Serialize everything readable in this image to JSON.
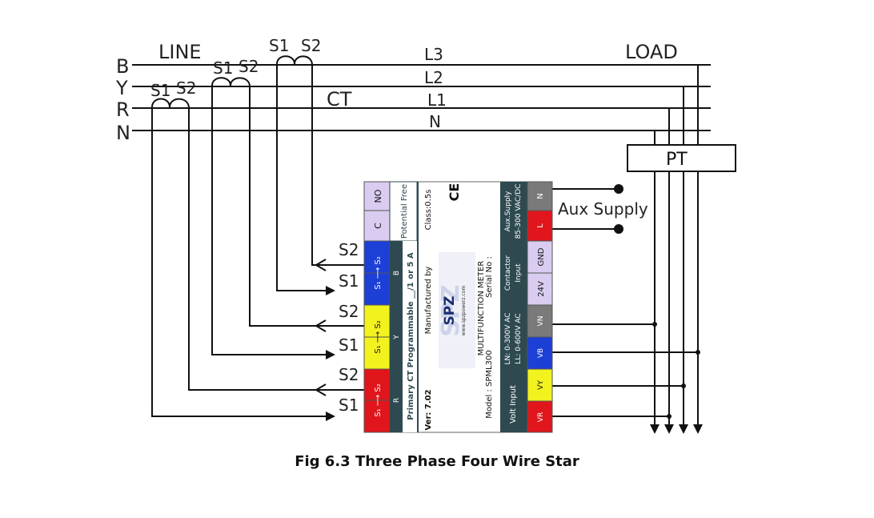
{
  "diagram": {
    "phases": [
      "B",
      "Y",
      "R",
      "N"
    ],
    "line_label": "LINE",
    "load_label": "LOAD",
    "ct_label": "CT",
    "line_names": [
      "L3",
      "L2",
      "L1",
      "N"
    ],
    "ct_terminals": [
      "S1",
      "S2"
    ],
    "pt_label": "PT",
    "aux_supply_label": "Aux Supply",
    "arrow_labels": [
      "S2",
      "S1",
      "S2",
      "S1",
      "S2",
      "S1"
    ]
  },
  "meter": {
    "left_terminals": [
      {
        "label": "NO",
        "color": "#d9ccf0"
      },
      {
        "label": "C",
        "color": "#d9ccf0"
      },
      {
        "label": "S₁ ⟶ S₂",
        "color": "#1c3fd6"
      },
      {
        "label": "S₁ ⟶ S₂",
        "color": "#f2f21f"
      },
      {
        "label": "S₁ ⟶ S₂",
        "color": "#e0161c"
      }
    ],
    "relay_label": "Potential Free",
    "ct_phase_labels": [
      "B",
      "Y",
      "R"
    ],
    "ct_programmable": "Primary CT Programmable __/1 or 5 A",
    "class_text": "Class:0.5s",
    "ce_mark": "CE",
    "manufactured_by": "Manufactured by",
    "version": "Ver: 7.02",
    "brand": "SPZ",
    "website": "www.spzpowerz.com",
    "title": "MULTIFUNCTION METER",
    "serial": "Serial No :",
    "model": "Model : SPML300",
    "aux_spec_1": "Aux.Supply",
    "aux_spec_2": "85-300 VAC/DC",
    "contactor_1": "Contactor",
    "contactor_2": "Input",
    "voltage_spec_1": "LN: 0-300V AC",
    "voltage_spec_2": "LL: 0-600V AC",
    "volt_input": "Volt Input",
    "right_terminals": [
      {
        "label": "N",
        "color": "#7a7a7a"
      },
      {
        "label": "L",
        "color": "#e0161c"
      },
      {
        "label": "GND",
        "color": "#d9ccf0"
      },
      {
        "label": "24V",
        "color": "#d9ccf0"
      },
      {
        "label": "VN",
        "color": "#7a7a7a"
      },
      {
        "label": "VB",
        "color": "#1c3fd6"
      },
      {
        "label": "VY",
        "color": "#f2f21f"
      },
      {
        "label": "VR",
        "color": "#e0161c"
      }
    ]
  },
  "caption": "Fig 6.3 Three Phase Four Wire Star"
}
